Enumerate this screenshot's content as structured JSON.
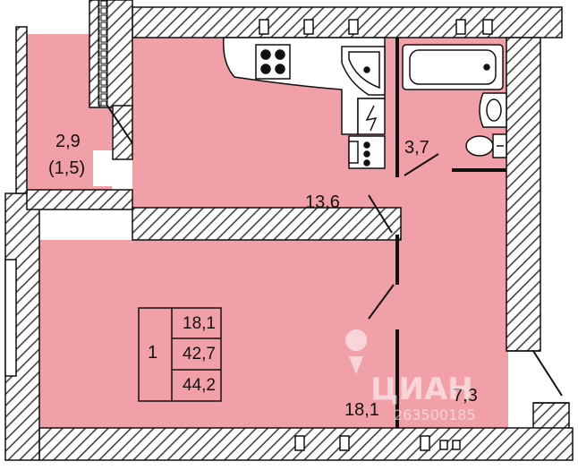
{
  "plan": {
    "colors": {
      "room_fill": "#f2a0a8",
      "wall_hatch": "#444444",
      "outline": "#111111"
    },
    "area_labels": {
      "balcony": "2,9",
      "balcony_reduced": "(1,5)",
      "bathroom": "3,7",
      "kitchen": "13,6",
      "room": "18,1",
      "hall": "7,3"
    },
    "summary_table": {
      "rooms": "1",
      "living_area": "18,1",
      "total_area": "42,7",
      "total_with_balcony": "44,2"
    },
    "watermark": {
      "brand": "ЦИАН",
      "listing_id": "263500185"
    },
    "icons": [
      "stove-icon",
      "sink-icon",
      "bathtub-icon",
      "washbasin-icon",
      "toilet-icon",
      "window-icon"
    ]
  }
}
